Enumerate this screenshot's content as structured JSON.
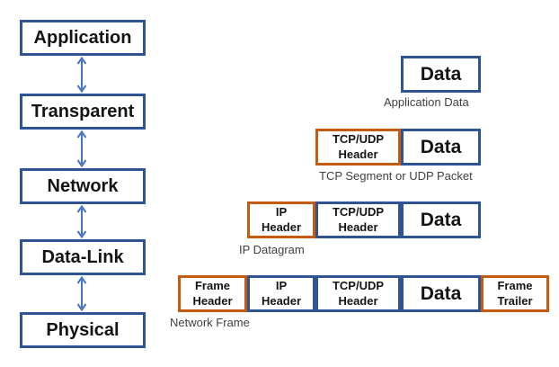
{
  "colors": {
    "layer_border_blue": "#2F5496",
    "header_border_orange": "#C55A11",
    "arrow_blue": "#4472C4",
    "caption_gray": "#3F3F3F",
    "text_black": "#141414"
  },
  "protocol_stack": {
    "layers": [
      {
        "label": "Application"
      },
      {
        "label": "Transparent"
      },
      {
        "label": "Network"
      },
      {
        "label": "Data-Link"
      },
      {
        "label": "Physical"
      }
    ]
  },
  "encapsulation": {
    "rows": [
      {
        "caption": "Application Data",
        "boxes": [
          {
            "label": "Data",
            "style": "blue"
          }
        ]
      },
      {
        "caption": "TCP Segment or UDP Packet",
        "boxes": [
          {
            "label": "TCP/UDP\nHeader",
            "style": "orange"
          },
          {
            "label": "Data",
            "style": "blue"
          }
        ]
      },
      {
        "caption": "IP Datagram",
        "boxes": [
          {
            "label": "IP\nHeader",
            "style": "orange"
          },
          {
            "label": "TCP/UDP\nHeader",
            "style": "blue"
          },
          {
            "label": "Data",
            "style": "blue"
          }
        ]
      },
      {
        "caption": "Network Frame",
        "boxes": [
          {
            "label": "Frame\nHeader",
            "style": "orange"
          },
          {
            "label": "IP\nHeader",
            "style": "blue"
          },
          {
            "label": "TCP/UDP\nHeader",
            "style": "blue"
          },
          {
            "label": "Data",
            "style": "blue"
          },
          {
            "label": "Frame\nTrailer",
            "style": "orange"
          }
        ]
      }
    ]
  }
}
